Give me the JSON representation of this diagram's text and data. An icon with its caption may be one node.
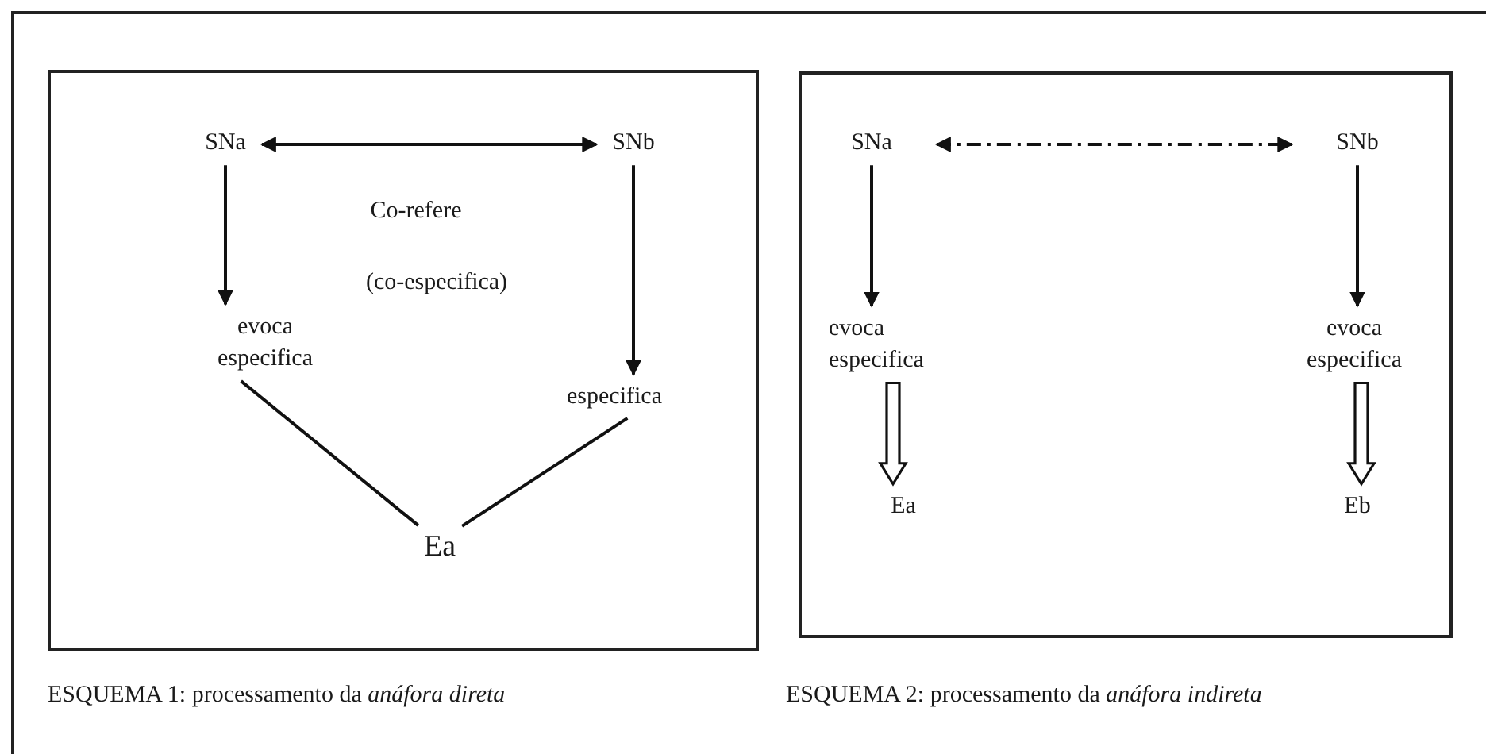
{
  "diagram": {
    "nodes": [
      {
        "text": [],
        "shape": "box"
      },
      {
        "text": [
          "SNa"
        ],
        "in": 0
      },
      {
        "text": [
          "SNb"
        ],
        "in": 0
      },
      {
        "text": [
          "evoca especifica"
        ],
        "in": 0
      },
      {
        "text": [
          "especifica"
        ],
        "in": 0
      },
      {
        "text": [
          "Ea"
        ],
        "in": 0
      },
      {
        "text": [],
        "shape": "box"
      },
      {
        "text": [
          "SNa"
        ],
        "in": 6
      },
      {
        "text": [
          "SNb"
        ],
        "in": 6
      },
      {
        "text": [
          "evoca especifica"
        ],
        "in": 6
      },
      {
        "text": [
          "evoca especifica"
        ],
        "in": 6
      },
      {
        "text": [
          "Ea"
        ],
        "in": 6
      },
      {
        "text": [
          "Eb"
        ],
        "in": 6
      }
    ],
    "edges": [
      {
        "from": 1,
        "to": 2,
        "arrow": "both"
      },
      {
        "from": 1,
        "to": 3,
        "arrow": "to"
      },
      {
        "from": 2,
        "to": 4,
        "arrow": "to"
      },
      {
        "from": 3,
        "to": 5,
        "arrow": "none"
      },
      {
        "from": 4,
        "to": 5,
        "arrow": "none"
      },
      {
        "from": 7,
        "to": 8,
        "arrow": "both",
        "style": "dashed"
      },
      {
        "from": 7,
        "to": 9,
        "arrow": "to"
      },
      {
        "from": 8,
        "to": 10,
        "arrow": "to"
      },
      {
        "from": 9,
        "to": 11,
        "arrow": "to",
        "style": "thick"
      },
      {
        "from": 10,
        "to": 12,
        "arrow": "to",
        "style": "thick"
      }
    ],
    "labels": [
      "Co-refere",
      "(co-especifica)",
      "ESQUEMA 1: processamento da *anáfora direta*",
      "ESQUEMA 2: processamento da *anáfora indireta*"
    ]
  }
}
